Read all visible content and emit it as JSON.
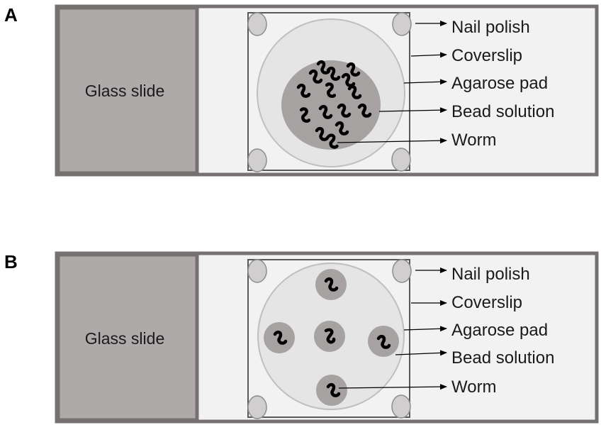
{
  "colors": {
    "slide_border": "#767171",
    "frosted_end": "#aeaaaa",
    "slide_body": "#f2f2f2",
    "coverslip_border": "#595959",
    "agarose_fill": "#e5e5e5",
    "agarose_stroke": "#bfbfbf",
    "bead_fill": "#a6a2a2",
    "polish_fill": "#d0cece",
    "polish_stroke": "#8c8c8c",
    "worm": "#000000",
    "arrow": "#000000"
  },
  "icons": {
    "worm": "worm-icon",
    "nail_polish": "nail-polish-dot",
    "arrow": "arrow-right-icon"
  },
  "panels": [
    {
      "id": "A",
      "letter": "A",
      "slide_label": "Glass slide",
      "layout": "single-bead-drop",
      "worm_count": 14,
      "labels": [
        "Nail polish",
        "Coverslip",
        "Agarose pad",
        "Bead solution",
        "Worm"
      ]
    },
    {
      "id": "B",
      "letter": "B",
      "slide_label": "Glass slide",
      "layout": "five-bead-drops",
      "worm_count": 5,
      "labels": [
        "Nail polish",
        "Coverslip",
        "Agarose pad",
        "Bead solution",
        "Worm"
      ]
    }
  ]
}
